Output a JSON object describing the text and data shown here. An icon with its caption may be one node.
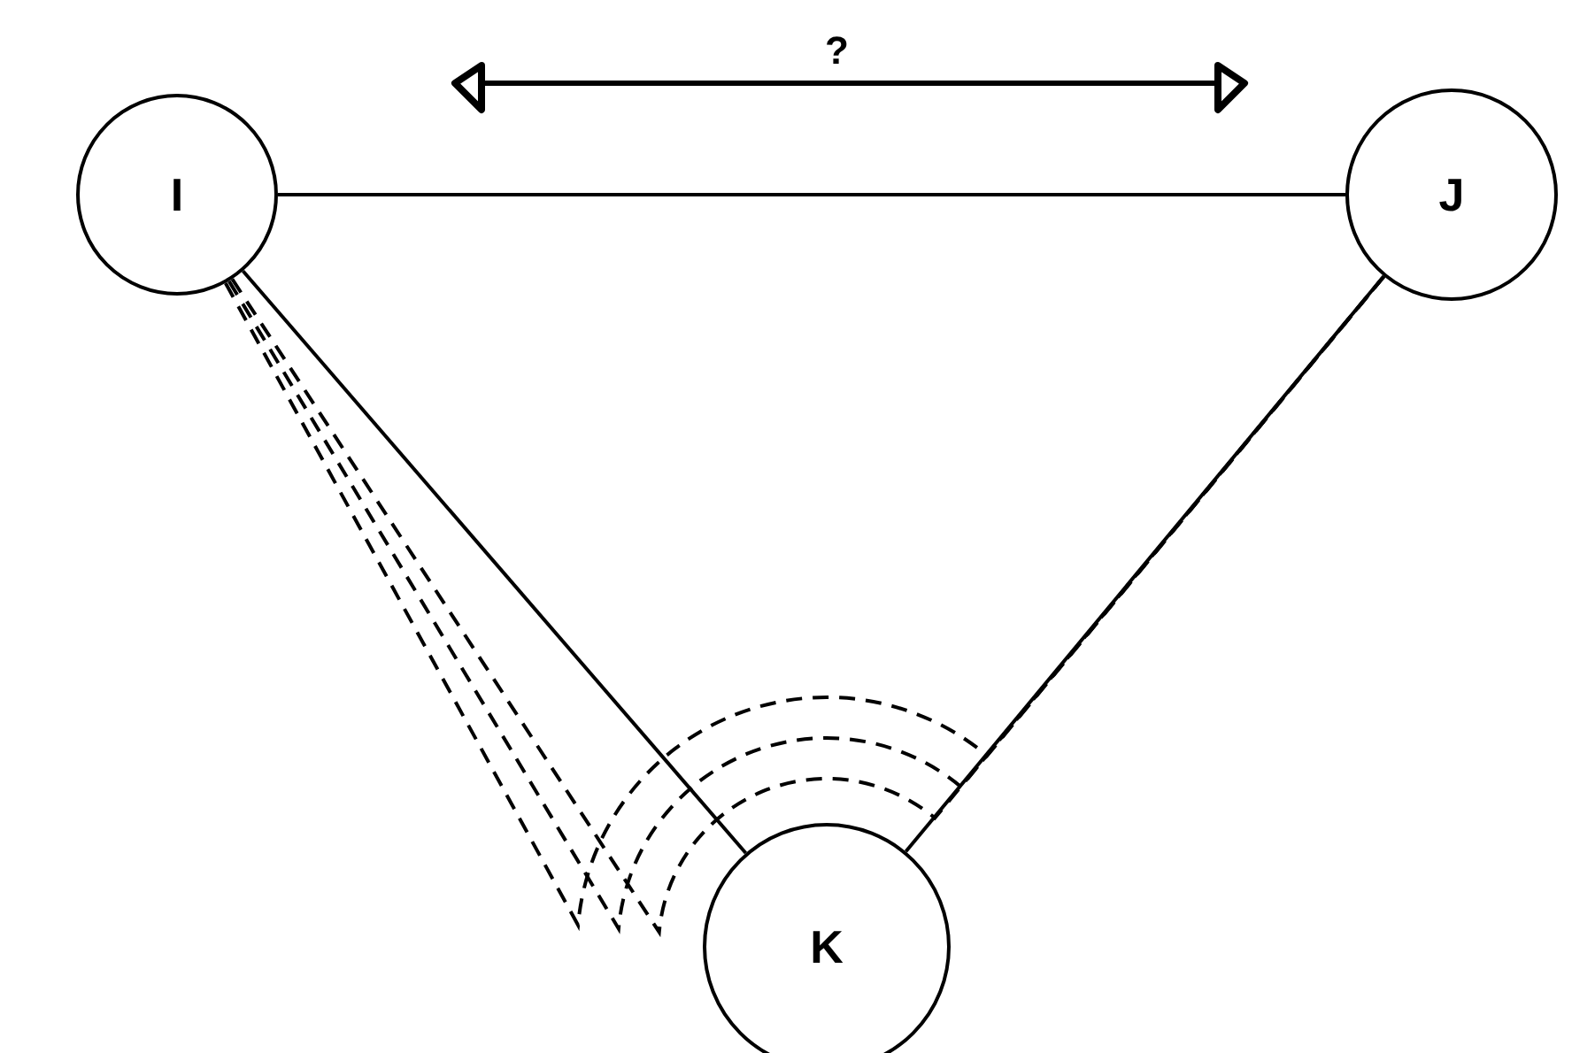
{
  "diagram": {
    "nodes": [
      {
        "text": [
          "I"
        ]
      },
      {
        "text": [
          "J"
        ]
      },
      {
        "text": [
          "K"
        ]
      }
    ],
    "edges": [
      {
        "from": 0,
        "to": 1,
        "arrow": "none"
      },
      {
        "from": 0,
        "to": 2,
        "arrow": "none"
      },
      {
        "from": 2,
        "to": 1,
        "arrow": "none"
      },
      {
        "from": 0,
        "to": 1,
        "arrow": "none",
        "style": "dashed"
      },
      {
        "from": 0,
        "to": 1,
        "arrow": "none",
        "style": "dashed"
      },
      {
        "from": 0,
        "to": 1,
        "arrow": "none",
        "style": "dashed"
      }
    ],
    "labels": [
      "?"
    ]
  }
}
